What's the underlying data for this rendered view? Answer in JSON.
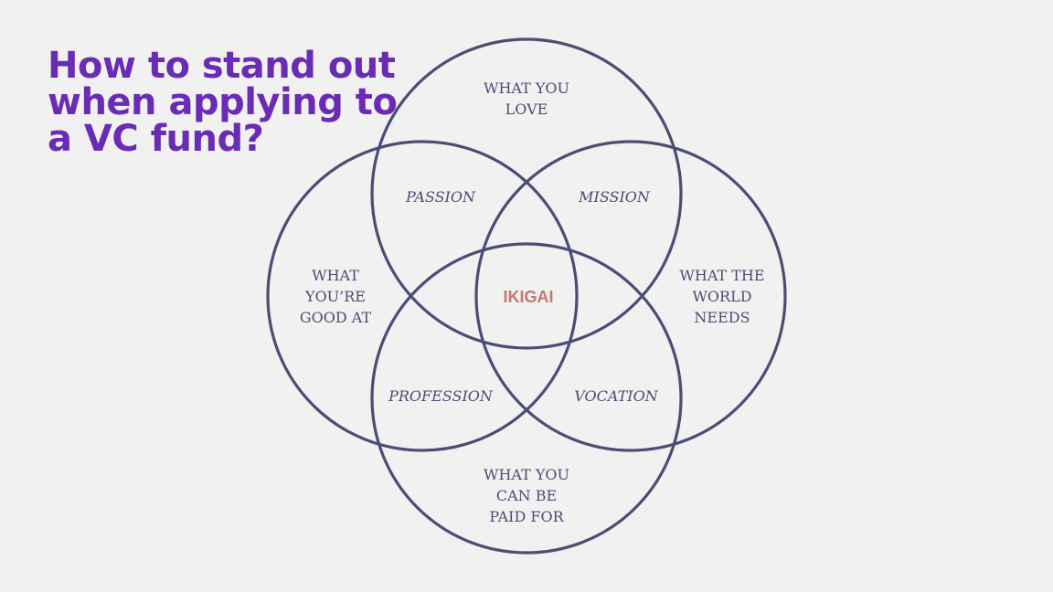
{
  "headline": {
    "line1": "How to stand out",
    "line2": "when applying to",
    "line3": "a VC fund?"
  },
  "venn": {
    "circles": {
      "love": [
        "WHAT YOU",
        "LOVE"
      ],
      "good_at": [
        "WHAT",
        "YOU’RE",
        "GOOD AT"
      ],
      "world_needs": [
        "WHAT THE",
        "WORLD",
        "NEEDS"
      ],
      "paid_for": [
        "WHAT YOU",
        "CAN BE",
        "PAID FOR"
      ]
    },
    "overlaps": {
      "passion": "PASSION",
      "mission": "MISSION",
      "profession": "PROFESSION",
      "vocation": "VOCATION"
    },
    "center": "IKIGAI"
  },
  "colors": {
    "background": "#f1f1f1",
    "headline": "#6a2bb5",
    "circle_stroke": "#4a4e74",
    "center_label": "#c47a6a"
  }
}
